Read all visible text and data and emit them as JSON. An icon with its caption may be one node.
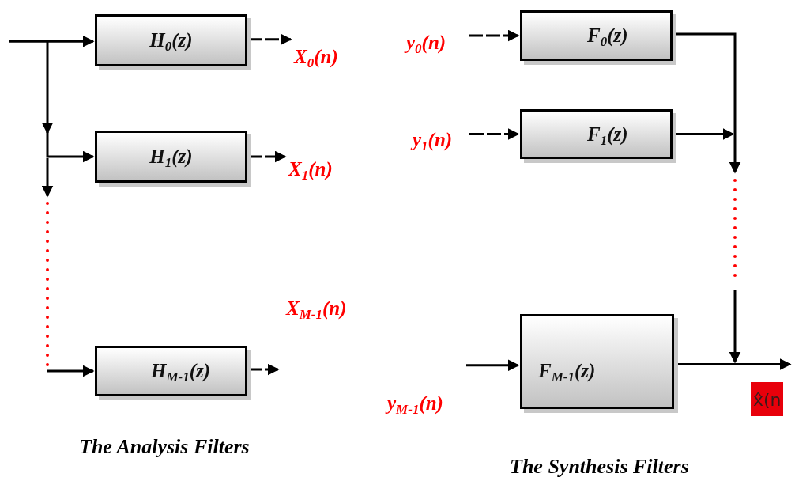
{
  "diagram": {
    "nodes": [
      {
        "text": [
          "H$_{0}$(z)"
        ]
      },
      {
        "text": [
          "H$_{1}$(z)"
        ]
      },
      {
        "text": [
          "H$_{M-1}$(z)"
        ]
      },
      {
        "text": [
          "X$_{0}$(n)"
        ]
      },
      {
        "text": [
          "X$_{1}$(n)"
        ]
      },
      {
        "text": [
          "y$_{0}$(n)"
        ]
      },
      {
        "text": [
          "F$_{0}$(z)"
        ]
      },
      {
        "text": [
          "y$_{1}$(n)"
        ]
      },
      {
        "text": [
          "F$_{1}$(z)"
        ]
      },
      {
        "text": [
          "y$_{M-1}$(n)"
        ]
      },
      {
        "text": [
          "F$_{M-1}$(z)"
        ]
      }
    ],
    "edges": [
      {
        "from": null,
        "to": 0,
        "arrow": "to"
      },
      {
        "from": null,
        "to": 1,
        "arrow": "to"
      },
      {
        "from": null,
        "to": 2,
        "arrow": "to"
      },
      {
        "from": 0,
        "to": 3,
        "arrow": "to",
        "style": "dashed"
      },
      {
        "from": 1,
        "to": 4,
        "arrow": "to",
        "style": "dashed"
      },
      {
        "from": 2,
        "to": null,
        "arrow": "to",
        "style": "dashed"
      },
      {
        "from": 5,
        "to": 6,
        "arrow": "to",
        "style": "dashed"
      },
      {
        "from": 7,
        "to": 8,
        "arrow": "to",
        "style": "dashed"
      },
      {
        "from": 9,
        "to": 10,
        "arrow": "to"
      },
      {
        "from": 6,
        "to": null,
        "arrow": "to"
      },
      {
        "from": 8,
        "to": null,
        "arrow": "to"
      },
      {
        "from": 10,
        "to": null,
        "arrow": "to"
      }
    ],
    "labels": [
      "X$_{M-1}$(n)",
      "x̂(n",
      "The Analysis Filters",
      "The Synthesis Filters"
    ]
  }
}
